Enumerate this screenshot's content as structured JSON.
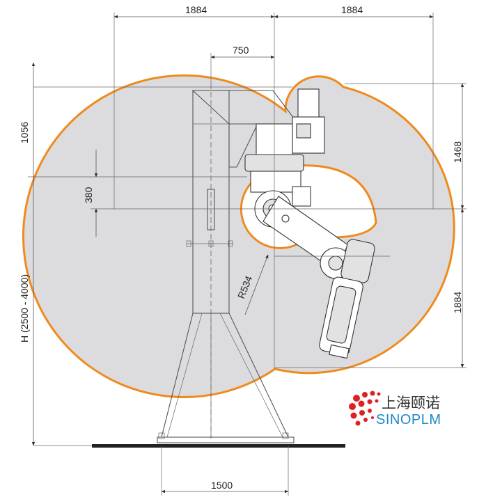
{
  "diagram": {
    "dimensions": {
      "top_left_width": "1884",
      "top_right_width": "1884",
      "arm_offset": "750",
      "upper_height": "1056",
      "axis_offset": "380",
      "column_height": "H (2500 - 4000)",
      "right_upper_height": "1468",
      "right_lower_height": "1884",
      "inner_radius": "R534",
      "base_width": "1500"
    },
    "colors": {
      "envelope_fill": "#dcdcdf",
      "envelope_stroke": "#f08a1c",
      "logo_red": "#e02020",
      "logo_blue": "#1e88c8"
    }
  },
  "logo": {
    "chinese_name": "上海颐诺",
    "english_name": "SINOPLM"
  }
}
